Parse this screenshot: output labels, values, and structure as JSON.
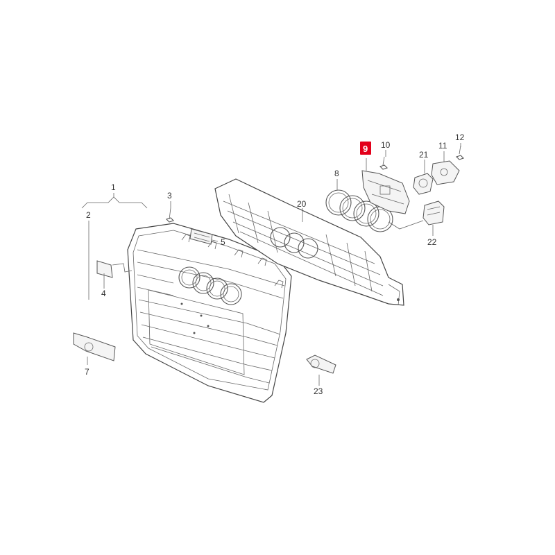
{
  "diagram": {
    "highlight_color": "#e3001b",
    "highlighted_part": "9",
    "labels": {
      "p1": "1",
      "p2": "2",
      "p3": "3",
      "p4": "4",
      "p5": "5",
      "p7": "7",
      "p8": "8",
      "p9": "9",
      "p10": "10",
      "p11": "11",
      "p12": "12",
      "p20": "20",
      "p21": "21",
      "p22": "22",
      "p23": "23"
    }
  }
}
